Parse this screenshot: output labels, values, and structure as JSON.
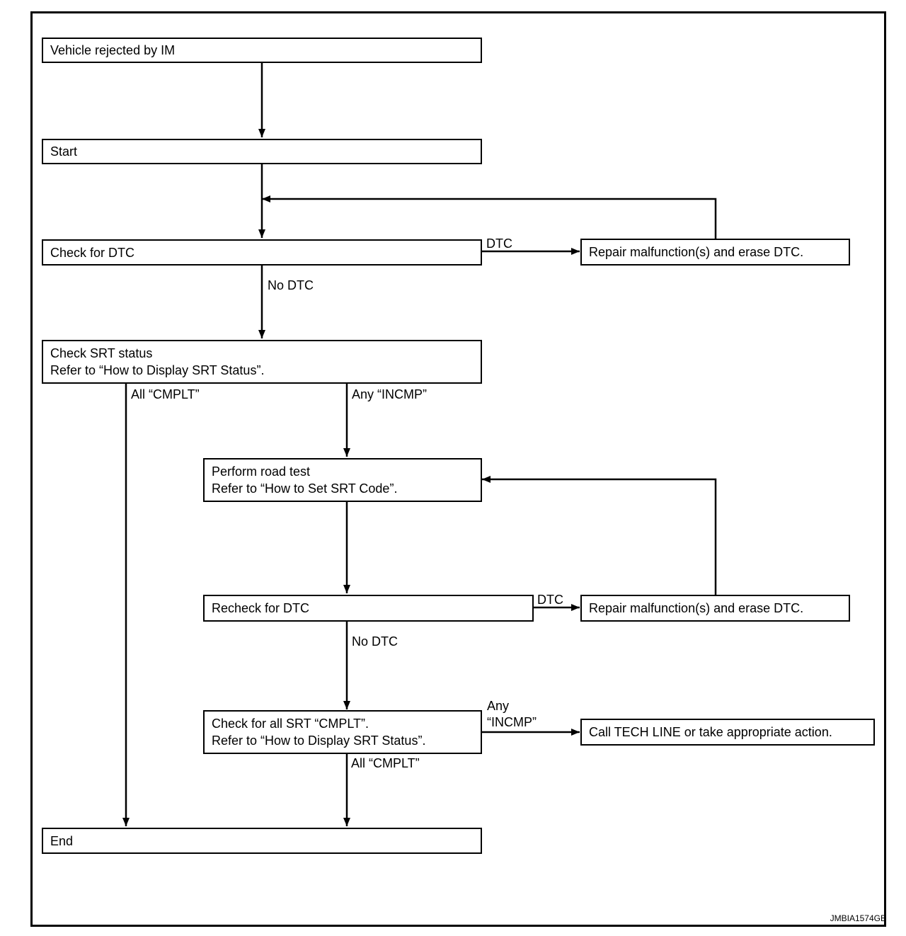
{
  "nodes": {
    "vehicle_rejected": {
      "lines": [
        "Vehicle rejected by IM"
      ]
    },
    "start": {
      "lines": [
        "Start"
      ]
    },
    "check_dtc": {
      "lines": [
        "Check for DTC"
      ]
    },
    "repair_1": {
      "lines": [
        "Repair malfunction(s) and erase DTC."
      ]
    },
    "check_srt": {
      "lines": [
        "Check SRT status",
        "Refer to “How to Display SRT Status”."
      ]
    },
    "road_test": {
      "lines": [
        "Perform road test",
        "Refer to “How to Set SRT Code”."
      ]
    },
    "recheck_dtc": {
      "lines": [
        "Recheck for DTC"
      ]
    },
    "repair_2": {
      "lines": [
        "Repair malfunction(s) and erase DTC."
      ]
    },
    "check_all_srt": {
      "lines": [
        "Check for all SRT “CMPLT”.",
        "Refer to “How to Display SRT Status”."
      ]
    },
    "call_tech": {
      "lines": [
        "Call TECH LINE or take appropriate action."
      ]
    },
    "end": {
      "lines": [
        "End"
      ]
    }
  },
  "edges": [
    {
      "from": "vehicle_rejected",
      "to": "start",
      "label": ""
    },
    {
      "from": "start",
      "to": "check_dtc",
      "label": ""
    },
    {
      "from": "check_dtc",
      "to": "repair_1",
      "label": "DTC"
    },
    {
      "from": "repair_1",
      "to": "check_dtc",
      "label": ""
    },
    {
      "from": "check_dtc",
      "to": "check_srt",
      "label": "No DTC"
    },
    {
      "from": "check_srt",
      "to": "end",
      "label": "All “CMPLT”"
    },
    {
      "from": "check_srt",
      "to": "road_test",
      "label": "Any “INCMP”"
    },
    {
      "from": "road_test",
      "to": "recheck_dtc",
      "label": ""
    },
    {
      "from": "recheck_dtc",
      "to": "repair_2",
      "label": "DTC"
    },
    {
      "from": "repair_2",
      "to": "road_test",
      "label": ""
    },
    {
      "from": "recheck_dtc",
      "to": "check_all_srt",
      "label": "No DTC"
    },
    {
      "from": "check_all_srt",
      "to": "call_tech",
      "label": "Any “INCMP”"
    },
    {
      "from": "check_all_srt",
      "to": "end",
      "label": "All “CMPLT”"
    }
  ],
  "edge_label_lines": {
    "check_all_srt_to_call_tech": [
      "Any",
      "“INCMP”"
    ]
  },
  "figure_code": "JMBIA1574GB"
}
